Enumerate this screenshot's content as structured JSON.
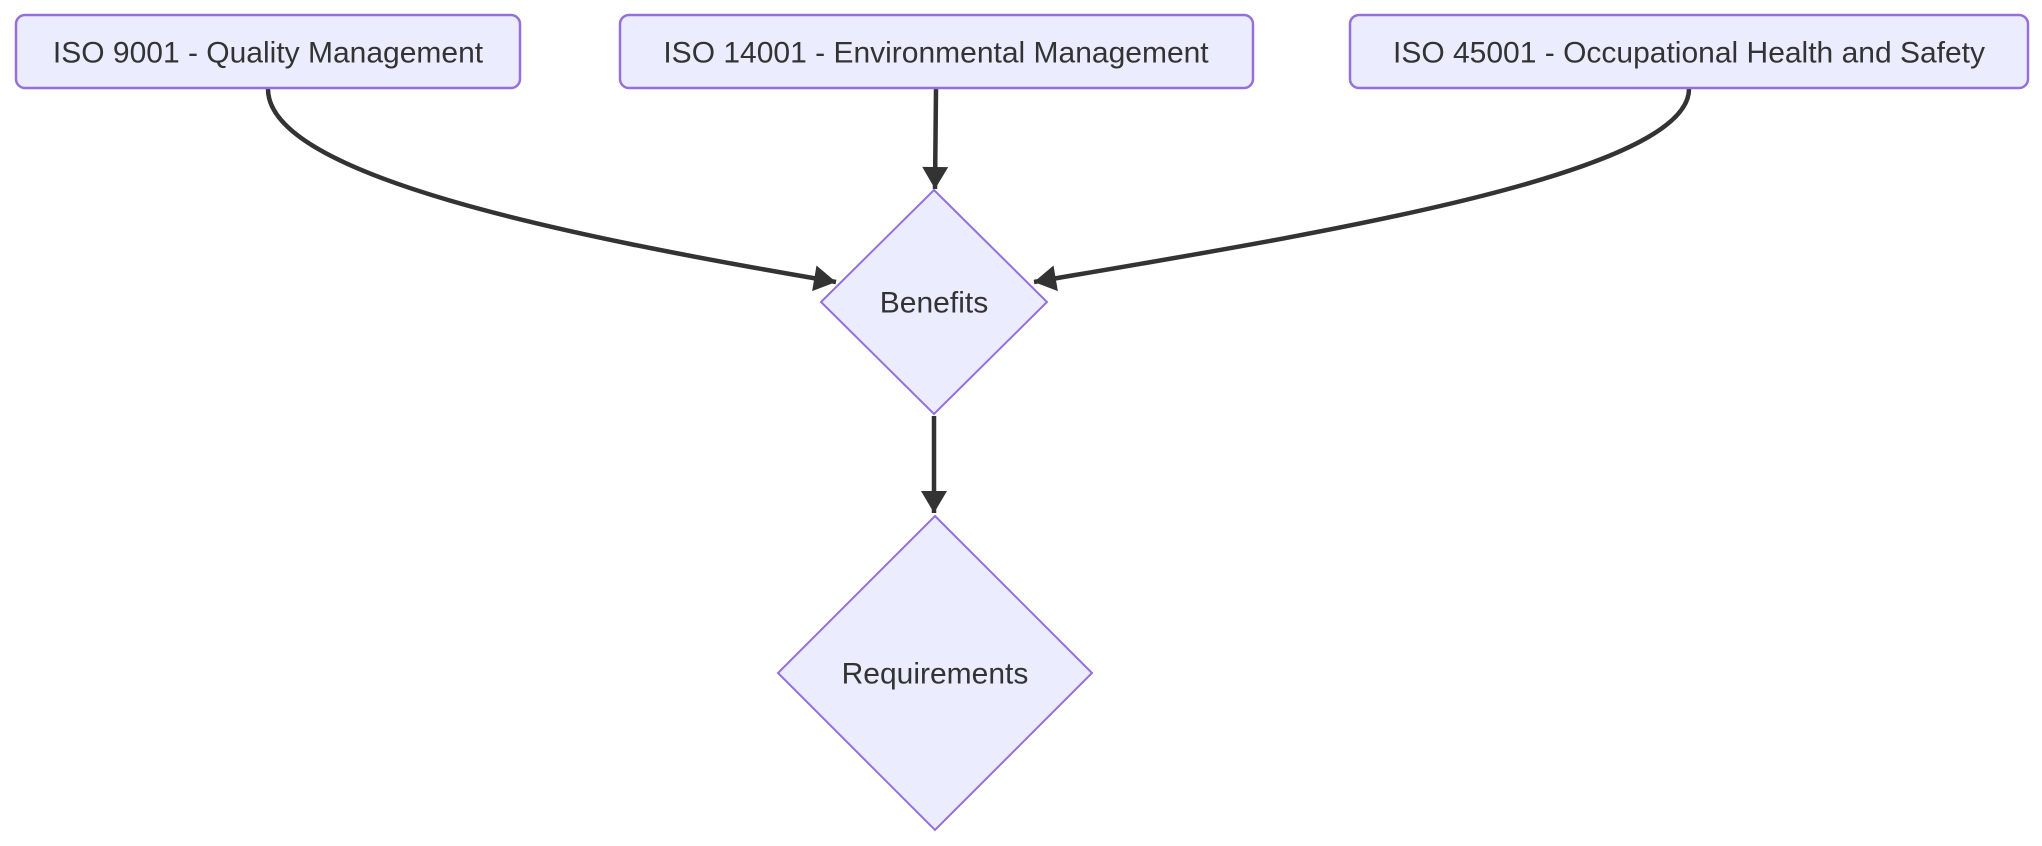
{
  "diagram": {
    "type": "flowchart",
    "direction": "top-down",
    "nodes": {
      "iso9001": {
        "label": "ISO 9001 - Quality Management",
        "shape": "rounded-rect"
      },
      "iso14001": {
        "label": "ISO 14001 - Environmental Management",
        "shape": "rounded-rect"
      },
      "iso45001": {
        "label": "ISO 45001 - Occupational Health and Safety",
        "shape": "rounded-rect"
      },
      "benefits": {
        "label": "Benefits",
        "shape": "diamond"
      },
      "requirements": {
        "label": "Requirements",
        "shape": "diamond"
      }
    },
    "edges": [
      {
        "from": "iso9001",
        "to": "benefits",
        "arrow": "filled-triangle"
      },
      {
        "from": "iso14001",
        "to": "benefits",
        "arrow": "filled-triangle"
      },
      {
        "from": "iso45001",
        "to": "benefits",
        "arrow": "filled-triangle"
      },
      {
        "from": "benefits",
        "to": "requirements",
        "arrow": "filled-triangle"
      }
    ],
    "theme": {
      "node_fill": "#ECECFF",
      "node_border": "#9370DB",
      "edge_color": "#333333",
      "text_color": "#333333",
      "background": "#FFFFFF"
    }
  }
}
